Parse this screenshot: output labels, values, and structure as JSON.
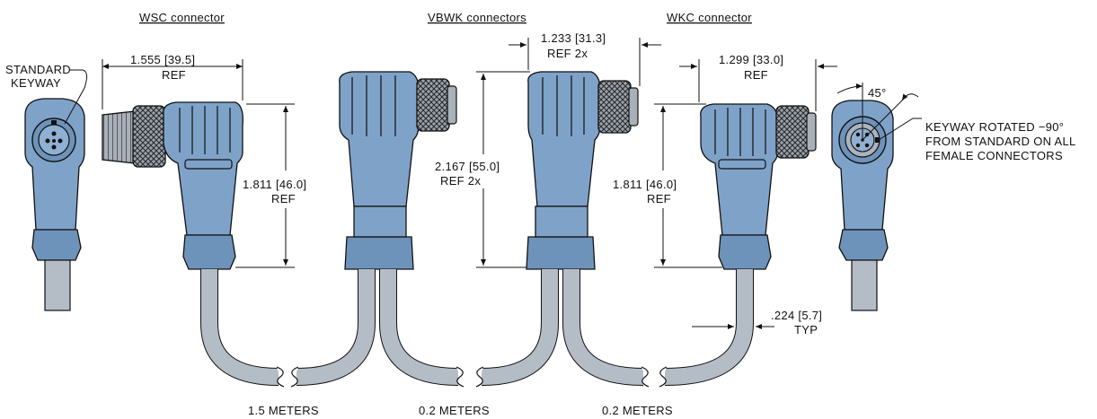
{
  "headers": {
    "wsc": "WSC connector",
    "vbwk": "VBWK connectors",
    "wkc": "WKC connector"
  },
  "labels": {
    "standard_keyway_1": "STANDARD",
    "standard_keyway_2": "KEYWAY",
    "wsc_length_value": "1.555 [39.5]",
    "wsc_length_ref": "REF",
    "wsc_height_value": "1.811 [46.0]",
    "wsc_height_ref": "REF",
    "vbwk_width_value": "1.233 [31.3]",
    "vbwk_width_ref": "REF 2x",
    "vbwk_height_value": "2.167 [55.0]",
    "vbwk_height_ref": "REF 2x",
    "wkc_length_value": "1.299 [33.0]",
    "wkc_length_ref": "REF",
    "wkc_height_value": "1.811 [46.0]",
    "wkc_height_ref": "REF",
    "angle": "45°",
    "keyway_note_1": "KEYWAY ROTATED −90°",
    "keyway_note_2": "FROM STANDARD ON ALL",
    "keyway_note_3": "FEMALE CONNECTORS",
    "cable_dia_value": ".224 [5.7]",
    "cable_dia_typ": "TYP",
    "len_wsc": "1.5 METERS",
    "len_vbwk": "0.2 METERS",
    "len_wkc": "0.2 METERS"
  },
  "colors": {
    "connector_body": "#7fa2c8",
    "cable": "#b4bdc6",
    "line": "#111111"
  }
}
